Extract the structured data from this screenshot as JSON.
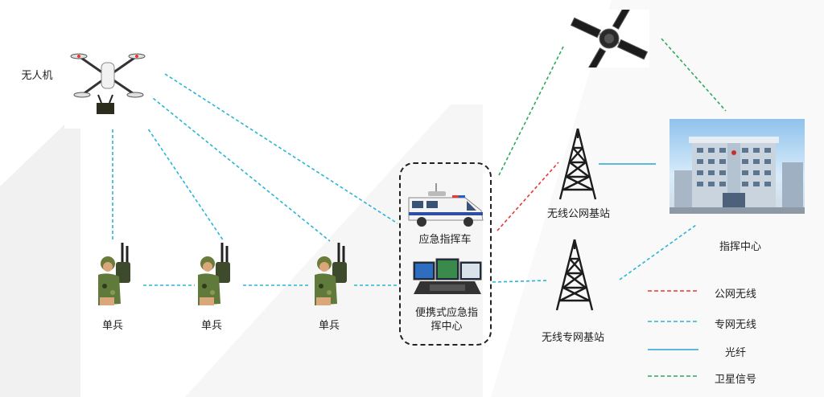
{
  "nodes": {
    "drone": "无人机",
    "soldier_1": "单兵",
    "soldier_2": "单兵",
    "soldier_3": "单兵",
    "command_vehicle": "应急指挥车",
    "portable_center_line1": "便携式应急指",
    "portable_center_line2": "挥中心",
    "public_station": "无线公网基站",
    "private_station": "无线专网基站",
    "command_center": "指挥中心"
  },
  "legend": [
    {
      "label": "公网无线",
      "color": "#e53935",
      "style": "dashed"
    },
    {
      "label": "专网无线",
      "color": "#29b6d6",
      "style": "dashed"
    },
    {
      "label": "光纤",
      "color": "#29a3d6",
      "style": "solid"
    },
    {
      "label": "卫星信号",
      "color": "#2eaa5c",
      "style": "dashed"
    }
  ],
  "colors": {
    "public_wireless": "#e53935",
    "private_wireless": "#29b6d6",
    "fiber": "#29a3d6",
    "satellite": "#2eaa5c"
  }
}
